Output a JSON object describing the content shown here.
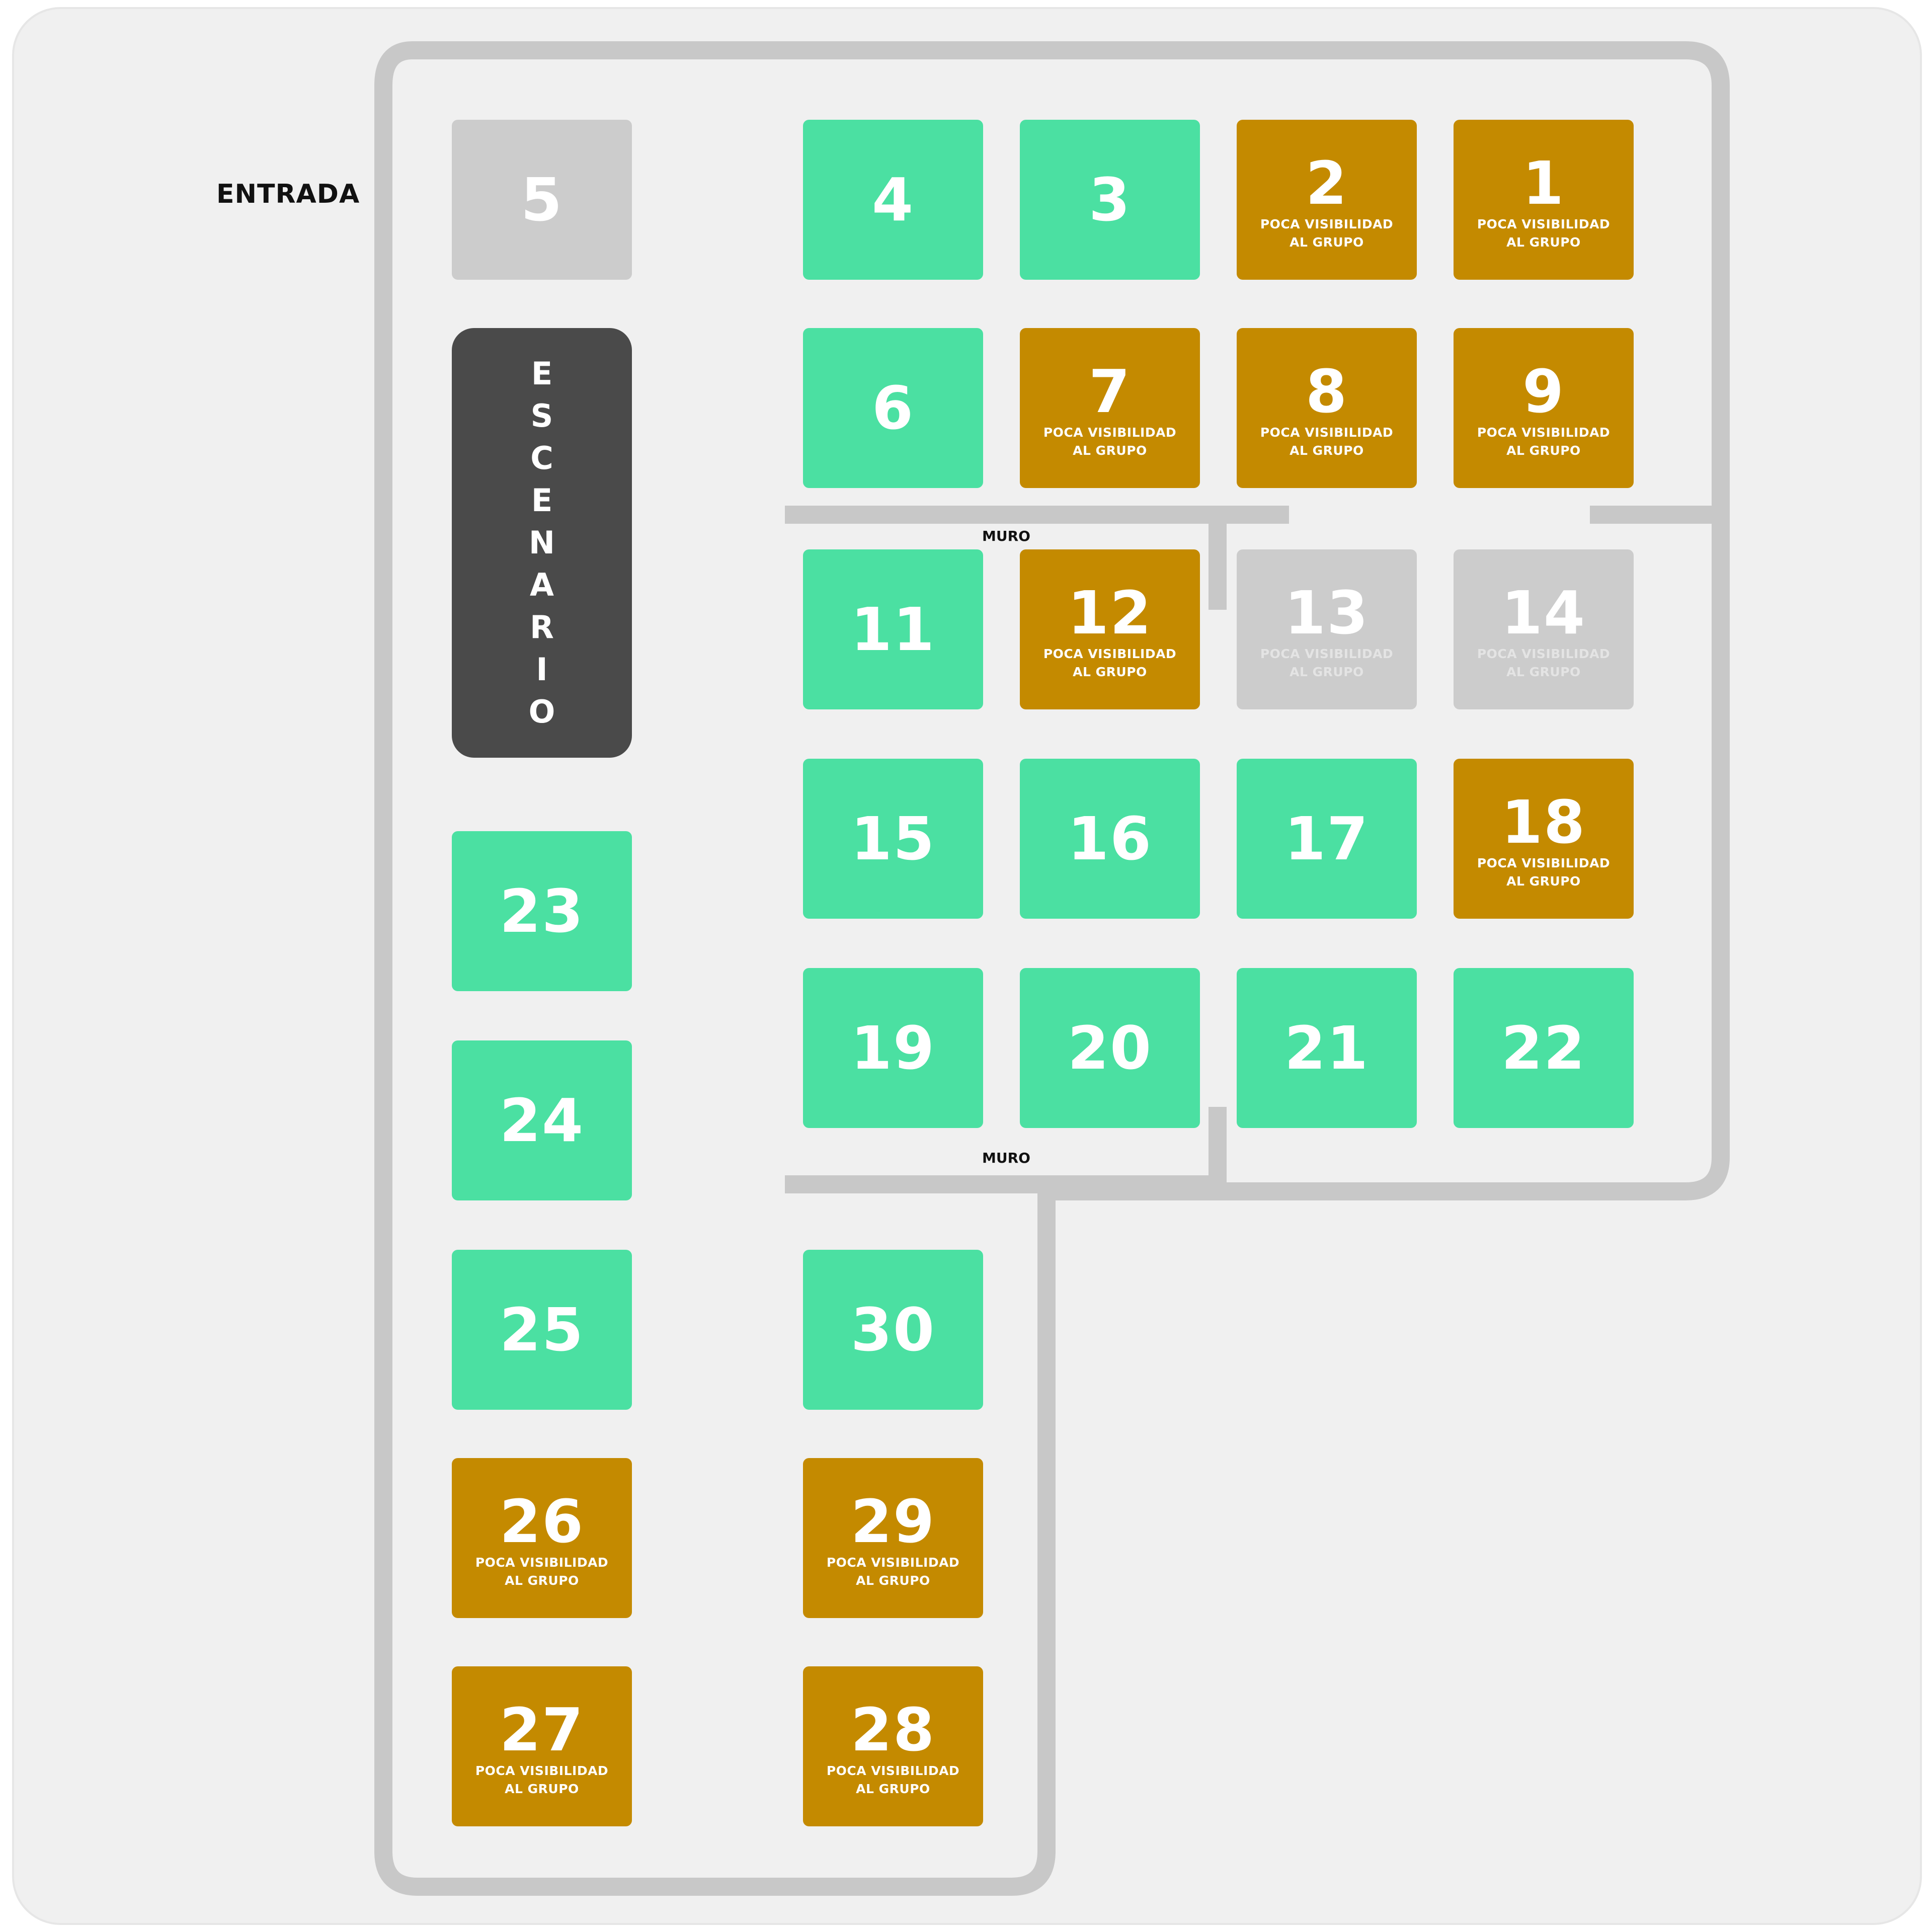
{
  "entrance_label": "ENTRADA",
  "stage_letters": [
    "E",
    "S",
    "C",
    "E",
    "N",
    "A",
    "R",
    "I",
    "O"
  ],
  "wall_label_top": "MURO",
  "wall_label_bottom": "MURO",
  "legend_note": "POCA VISIBILIDAD\nAL GRUPO",
  "colors": {
    "available": "#4be0a2",
    "low_visibility": "#c48a00",
    "unavailable": "#cccccc",
    "stage": "#4a4a4a",
    "wall": "#c8c8c8",
    "background": "#f0f0f0"
  },
  "tables": [
    {
      "id": "t5",
      "number": "5",
      "status": "unavailable",
      "note": ""
    },
    {
      "id": "t4",
      "number": "4",
      "status": "available",
      "note": ""
    },
    {
      "id": "t3",
      "number": "3",
      "status": "available",
      "note": ""
    },
    {
      "id": "t2",
      "number": "2",
      "status": "low_visibility",
      "note": "POCA VISIBILIDAD\nAL GRUPO"
    },
    {
      "id": "t1",
      "number": "1",
      "status": "low_visibility",
      "note": "POCA VISIBILIDAD\nAL GRUPO"
    },
    {
      "id": "t6",
      "number": "6",
      "status": "available",
      "note": ""
    },
    {
      "id": "t7",
      "number": "7",
      "status": "low_visibility",
      "note": "POCA VISIBILIDAD\nAL GRUPO"
    },
    {
      "id": "t8",
      "number": "8",
      "status": "low_visibility",
      "note": "POCA VISIBILIDAD\nAL GRUPO"
    },
    {
      "id": "t9",
      "number": "9",
      "status": "low_visibility",
      "note": "POCA VISIBILIDAD\nAL GRUPO"
    },
    {
      "id": "t11",
      "number": "11",
      "status": "available",
      "note": ""
    },
    {
      "id": "t12",
      "number": "12",
      "status": "low_visibility",
      "note": "POCA VISIBILIDAD\nAL GRUPO"
    },
    {
      "id": "t13",
      "number": "13",
      "status": "unavailable",
      "note": "POCA VISIBILIDAD\nAL GRUPO"
    },
    {
      "id": "t14",
      "number": "14",
      "status": "unavailable",
      "note": "POCA VISIBILIDAD\nAL GRUPO"
    },
    {
      "id": "t15",
      "number": "15",
      "status": "available",
      "note": ""
    },
    {
      "id": "t16",
      "number": "16",
      "status": "available",
      "note": ""
    },
    {
      "id": "t17",
      "number": "17",
      "status": "available",
      "note": ""
    },
    {
      "id": "t18",
      "number": "18",
      "status": "low_visibility",
      "note": "POCA VISIBILIDAD\nAL GRUPO"
    },
    {
      "id": "t19",
      "number": "19",
      "status": "available",
      "note": ""
    },
    {
      "id": "t20",
      "number": "20",
      "status": "available",
      "note": ""
    },
    {
      "id": "t21",
      "number": "21",
      "status": "available",
      "note": ""
    },
    {
      "id": "t22",
      "number": "22",
      "status": "available",
      "note": ""
    },
    {
      "id": "t23",
      "number": "23",
      "status": "available",
      "note": ""
    },
    {
      "id": "t24",
      "number": "24",
      "status": "available",
      "note": ""
    },
    {
      "id": "t25",
      "number": "25",
      "status": "available",
      "note": ""
    },
    {
      "id": "t30",
      "number": "30",
      "status": "available",
      "note": ""
    },
    {
      "id": "t26",
      "number": "26",
      "status": "low_visibility",
      "note": "POCA VISIBILIDAD\nAL GRUPO"
    },
    {
      "id": "t29",
      "number": "29",
      "status": "low_visibility",
      "note": "POCA VISIBILIDAD\nAL GRUPO"
    },
    {
      "id": "t27",
      "number": "27",
      "status": "low_visibility",
      "note": "POCA VISIBILIDAD\nAL GRUPO"
    },
    {
      "id": "t28",
      "number": "28",
      "status": "low_visibility",
      "note": "POCA VISIBILIDAD\nAL GRUPO"
    }
  ]
}
